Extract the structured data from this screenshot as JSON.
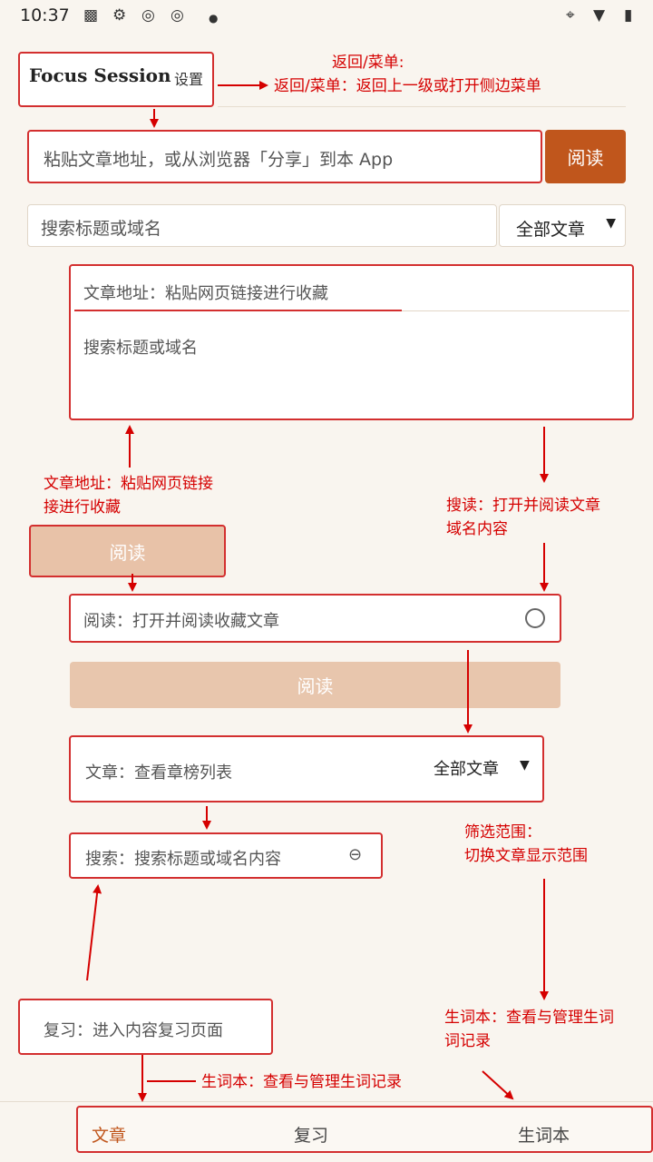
{
  "status": {
    "time": "10:37"
  },
  "header": {
    "app_title": "Focus Session",
    "settings_label": "设置",
    "annotation_title": "返回/菜单:",
    "annotation_desc": "返回/菜单：返回上一级或打开侧边菜单"
  },
  "url_bar": {
    "placeholder": "粘贴文章地址，或从浏览器「分享」到本 App",
    "read_button": "阅读"
  },
  "search_bar": {
    "placeholder": "搜索标题或域名",
    "filter_value": "全部文章",
    "filter_options": [
      "全部文章"
    ]
  },
  "card": {
    "url_field": "文章地址：粘贴网页链接进行收藏",
    "search_field": "搜索标题或域名"
  },
  "annotations": {
    "url_note_line1": "文章地址：粘贴网页链接",
    "url_note_line2": "接进行收藏",
    "search_note_line1": "搜读：打开并阅读文章",
    "search_note_line2": "域名内容",
    "read_button": "阅读",
    "read_row": "阅读：打开并阅读收藏文章",
    "read_button_large": "阅读",
    "article_row": "文章：查看章榜列表",
    "article_filter": "全部文章",
    "search_row": "搜索：搜索标题或域名内容",
    "filter_note_line1": "筛选范围：",
    "filter_note_line2": "切换文章显示范围",
    "vocab_note_line1": "生词本：查看与管理生词",
    "vocab_note_line2": "词记录",
    "review_box": "复习：进入内容复习页面",
    "vocab_note_bottom": "生词本：查看与管理生词记录"
  },
  "bottom_nav": {
    "items": [
      "文章",
      "复习",
      "生词本"
    ],
    "active_index": 0
  },
  "colors": {
    "accent": "#c0561c",
    "annotation": "#d50000",
    "background": "#f9f5ef",
    "read_button_light": "#e8c2a8"
  }
}
